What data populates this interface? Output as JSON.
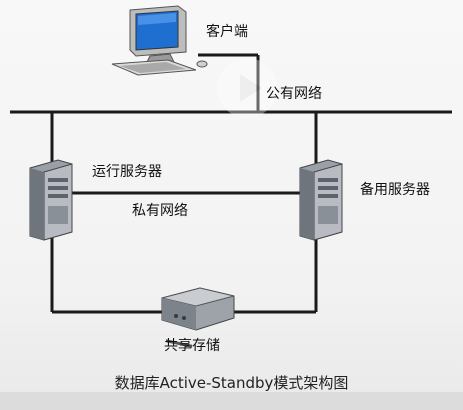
{
  "labels": {
    "client": "客户端",
    "public_network": "公有网络",
    "running_server": "运行服务器",
    "private_network": "私有网络",
    "standby_server": "备用服务器",
    "shared_storage": "共享存储"
  },
  "caption": "数据库Active-Standby模式架构图",
  "icons": {
    "client": "computer-icon",
    "running_server": "server-tower-icon",
    "standby_server": "server-tower-icon",
    "storage": "storage-array-icon",
    "overlay": "play-button-icon"
  },
  "colors": {
    "line": "#1a1a1a",
    "background": "#f6f6f6"
  }
}
